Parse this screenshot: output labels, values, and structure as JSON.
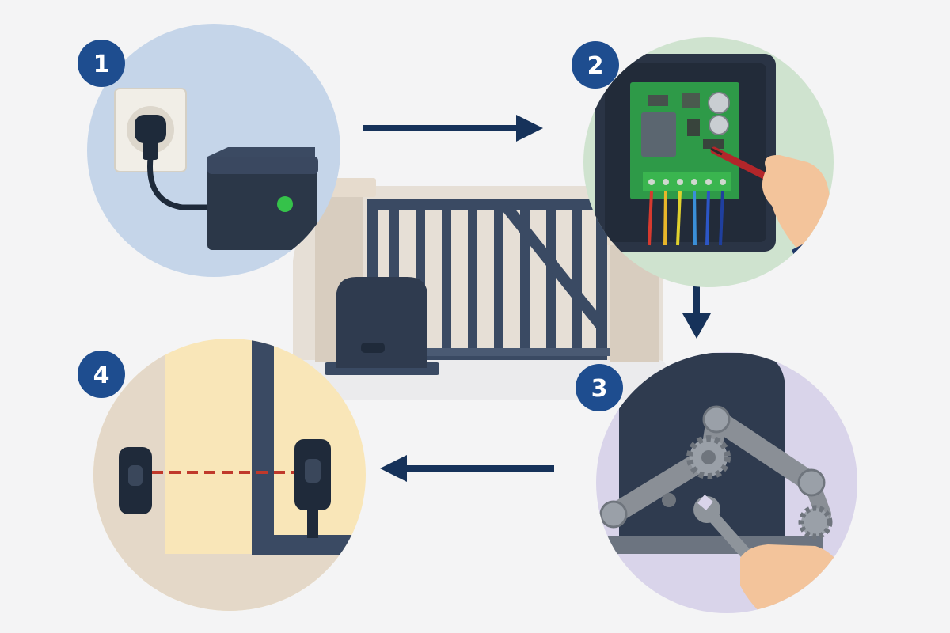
{
  "steps": [
    {
      "number": "1",
      "scene": "power-connection",
      "color": "#c5d5e9"
    },
    {
      "number": "2",
      "scene": "control-board-wiring",
      "color": "#cfe3cf"
    },
    {
      "number": "3",
      "scene": "motor-gear-adjustment",
      "color": "#d9d4ea"
    },
    {
      "number": "4",
      "scene": "photocell-alignment",
      "color": "#f9e6b8"
    }
  ],
  "flow": [
    "step-1-to-step-2",
    "step-2-to-step-3",
    "step-3-to-step-4"
  ],
  "colors": {
    "navy": "#2f3b4f",
    "dark_navy": "#1f2e45",
    "badge": "#1e4d8f",
    "arrow": "#16325a",
    "led": "#35c24a",
    "board": "#2e9a48",
    "beam": "#c0392b",
    "skin": "#f3c49b",
    "metal": "#8a8f96"
  },
  "icons": [
    "wall-socket-icon",
    "power-plug-icon",
    "control-box-icon",
    "circuit-board-icon",
    "screwdriver-icon",
    "hand-icon",
    "gate-motor-icon",
    "gear-icon",
    "wrench-icon",
    "photocell-sensor-icon",
    "sliding-gate-icon"
  ]
}
